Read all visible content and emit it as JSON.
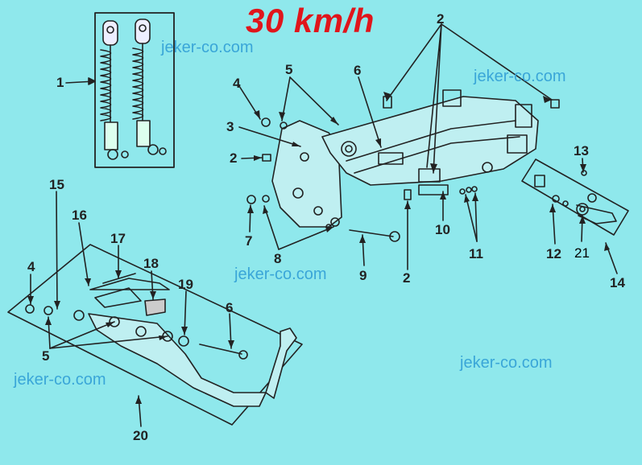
{
  "title": "30 km/h",
  "watermarks": [
    "jeker-co.com",
    "jeker-co.com",
    "jeker-co.com",
    "jeker-co.com",
    "jeker-co.com"
  ],
  "callouts": {
    "c1": "1",
    "c2a": "2",
    "c2b": "2",
    "c2c": "2",
    "c3": "3",
    "c4a": "4",
    "c4b": "4",
    "c5a": "5",
    "c5b": "5",
    "c6a": "6",
    "c6b": "6",
    "c7": "7",
    "c8": "8",
    "c9": "9",
    "c10": "10",
    "c11": "11",
    "c12": "12",
    "c13": "13",
    "c14": "14",
    "c15": "15",
    "c16": "16",
    "c17": "17",
    "c18": "18",
    "c19": "19",
    "c20": "20",
    "c21": "21"
  },
  "colors": {
    "background": "#8fe8ec",
    "title": "#e0151b",
    "watermark": "#3aa6d8",
    "line": "#222222"
  }
}
